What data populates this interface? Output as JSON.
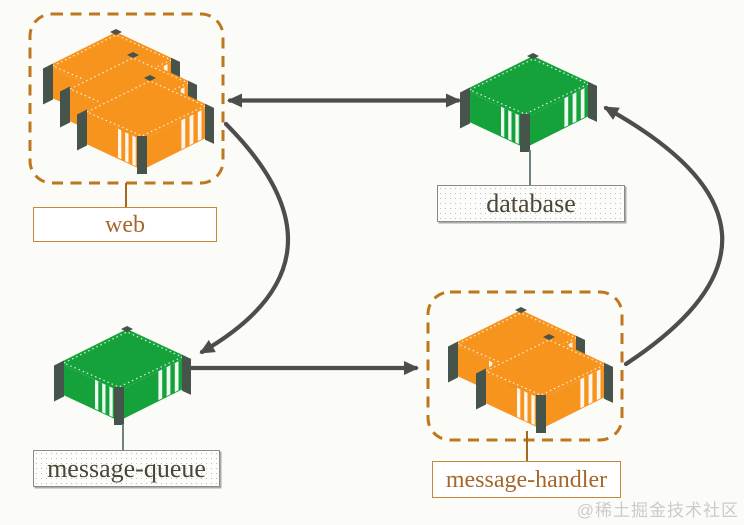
{
  "nodes": {
    "web": {
      "label": "web",
      "replicas": 3,
      "container_color": "#F6941E",
      "label_style": "plain-orange",
      "outlined": true
    },
    "database": {
      "label": "database",
      "replicas": 1,
      "container_color": "#16A23B",
      "label_style": "stipple-gray",
      "outlined": false
    },
    "message_queue": {
      "label": "message-queue",
      "replicas": 1,
      "container_color": "#16A23B",
      "label_style": "stipple-gray",
      "outlined": false
    },
    "message_handler": {
      "label": "message-handler",
      "replicas": 2,
      "container_color": "#F6941E",
      "label_style": "plain-orange",
      "outlined": true
    }
  },
  "edges": [
    {
      "from": "web",
      "to": "database",
      "direction": "bidirectional",
      "shape": "straight"
    },
    {
      "from": "web",
      "to": "message-queue",
      "direction": "forward",
      "shape": "curved"
    },
    {
      "from": "message-queue",
      "to": "message-handler",
      "direction": "forward",
      "shape": "straight"
    },
    {
      "from": "message-handler",
      "to": "database",
      "direction": "forward",
      "shape": "curved"
    }
  ],
  "colors": {
    "background": "#FBFBF8",
    "arrow": "#4D4D4D",
    "cluster_outline": "#BE771C",
    "orange_container": "#F6941E",
    "green_container": "#16A23B",
    "container_post": "#46544C",
    "plain_label_border": "#C3883B",
    "plain_label_text": "#A5682A",
    "stipple_label_border": "#8A8A8A",
    "stipple_label_text": "#4B4636",
    "connector_orange": "#A5681E",
    "connector_gray": "#708080"
  },
  "watermark": "@稀土掘金技术社区"
}
